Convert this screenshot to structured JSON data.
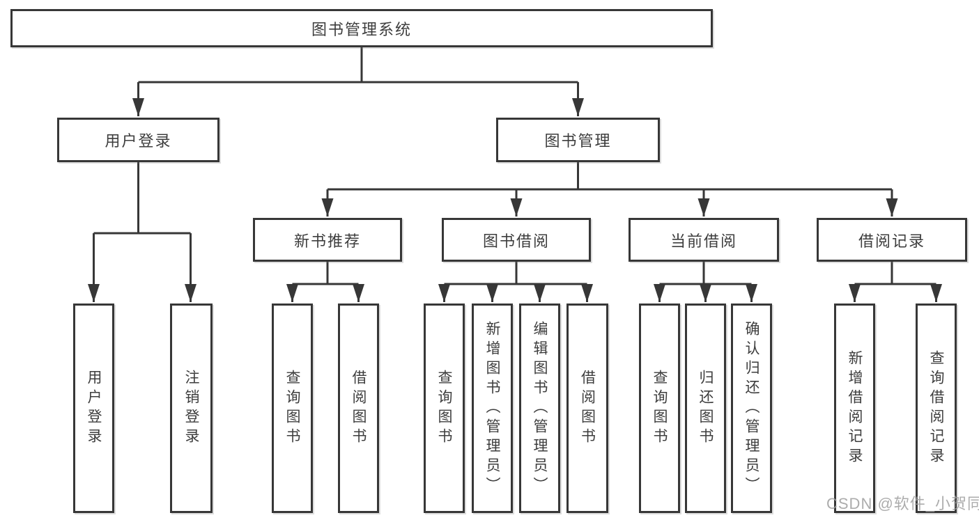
{
  "diagram": {
    "root": {
      "label": "图书管理系统",
      "children": [
        {
          "label": "用户登录",
          "children": [
            {
              "label": "用户登录"
            },
            {
              "label": "注销登录"
            }
          ]
        },
        {
          "label": "图书管理",
          "children": [
            {
              "label": "新书推荐",
              "children": [
                {
                  "label": "查询图书"
                },
                {
                  "label": "借阅图书"
                }
              ]
            },
            {
              "label": "图书借阅",
              "children": [
                {
                  "label": "查询图书"
                },
                {
                  "label": "新增图书（管理员）"
                },
                {
                  "label": "编辑图书（管理员）"
                },
                {
                  "label": "借阅图书"
                }
              ]
            },
            {
              "label": "当前借阅",
              "children": [
                {
                  "label": "查询图书"
                },
                {
                  "label": "归还图书"
                },
                {
                  "label": "确认归还（管理员）"
                }
              ]
            },
            {
              "label": "借阅记录",
              "children": [
                {
                  "label": "新增借阅记录"
                },
                {
                  "label": "查询借阅记录"
                }
              ]
            }
          ]
        }
      ]
    }
  },
  "watermark": {
    "label": "CSDN @软件_小贺同学"
  },
  "colors": {
    "line": "#373737",
    "text": "#3d3d3d",
    "background": "#ffffff",
    "watermark": "#9e9e9e"
  }
}
